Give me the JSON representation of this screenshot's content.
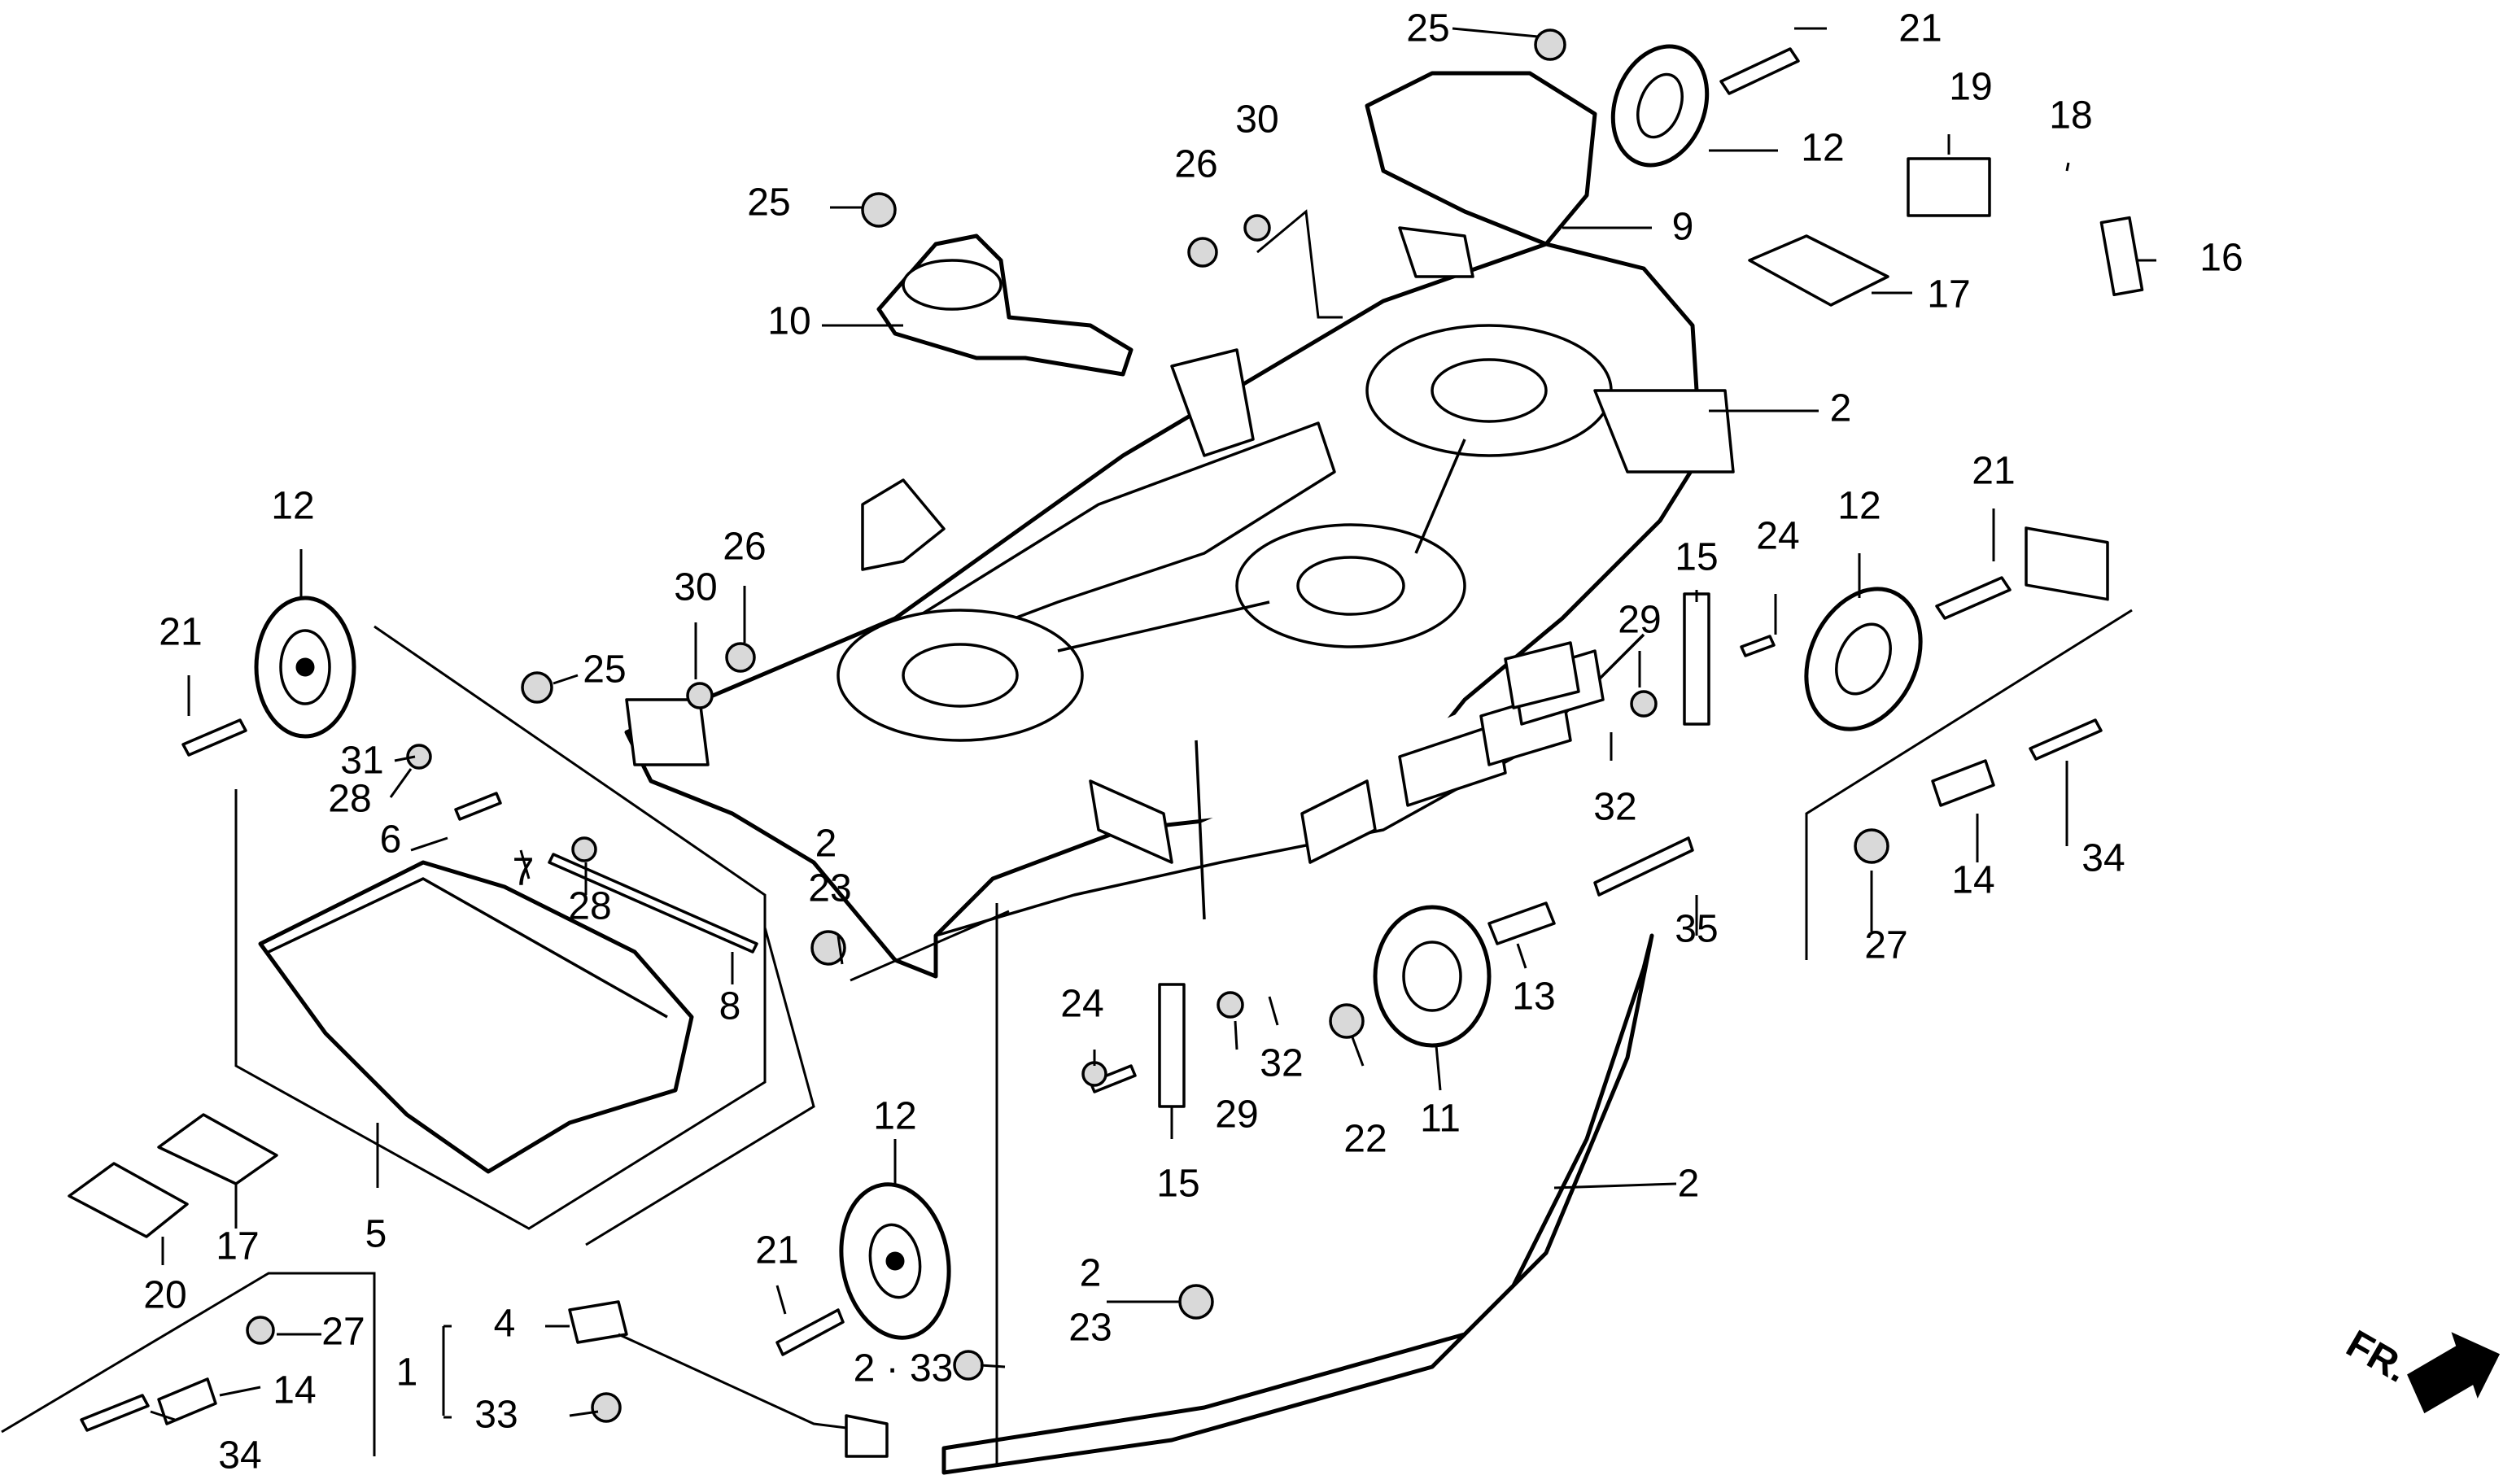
{
  "callouts": [
    {
      "id": "25-top",
      "label": "25"
    },
    {
      "id": "21-top",
      "label": "21"
    },
    {
      "id": "12-top",
      "label": "12"
    },
    {
      "id": "9",
      "label": "9"
    },
    {
      "id": "30-top",
      "label": "30"
    },
    {
      "id": "26-top",
      "label": "26"
    },
    {
      "id": "25-left",
      "label": "25"
    },
    {
      "id": "10",
      "label": "10"
    },
    {
      "id": "19",
      "label": "19"
    },
    {
      "id": "18",
      "label": "18"
    },
    {
      "id": "16",
      "label": "16"
    },
    {
      "id": "17-top",
      "label": "17"
    },
    {
      "id": "2-right",
      "label": "2"
    },
    {
      "id": "21-right",
      "label": "21"
    },
    {
      "id": "12-right",
      "label": "12"
    },
    {
      "id": "24-right",
      "label": "24"
    },
    {
      "id": "15-right",
      "label": "15"
    },
    {
      "id": "29-right",
      "label": "29"
    },
    {
      "id": "32-right",
      "label": "32"
    },
    {
      "id": "35",
      "label": "35"
    },
    {
      "id": "27-right",
      "label": "27"
    },
    {
      "id": "14-right",
      "label": "14"
    },
    {
      "id": "34-right",
      "label": "34"
    },
    {
      "id": "12-left",
      "label": "12"
    },
    {
      "id": "21-left",
      "label": "21"
    },
    {
      "id": "30-mid",
      "label": "30"
    },
    {
      "id": "26-mid",
      "label": "26"
    },
    {
      "id": "25-mid",
      "label": "25"
    },
    {
      "id": "31",
      "label": "31"
    },
    {
      "id": "28-a",
      "label": "28"
    },
    {
      "id": "6",
      "label": "6"
    },
    {
      "id": "7",
      "label": "7"
    },
    {
      "id": "28-b",
      "label": "28"
    },
    {
      "id": "2-mid",
      "label": "2"
    },
    {
      "id": "23-mid",
      "label": "23"
    },
    {
      "id": "8",
      "label": "8"
    },
    {
      "id": "5",
      "label": "5"
    },
    {
      "id": "17-left",
      "label": "17"
    },
    {
      "id": "20",
      "label": "20"
    },
    {
      "id": "24-mid",
      "label": "24"
    },
    {
      "id": "15-mid",
      "label": "15"
    },
    {
      "id": "29-mid",
      "label": "29"
    },
    {
      "id": "32-mid",
      "label": "32"
    },
    {
      "id": "22",
      "label": "22"
    },
    {
      "id": "11",
      "label": "11"
    },
    {
      "id": "13",
      "label": "13"
    },
    {
      "id": "12-bottom",
      "label": "12"
    },
    {
      "id": "21-bottom",
      "label": "21"
    },
    {
      "id": "2-lower",
      "label": "2"
    },
    {
      "id": "23-lower",
      "label": "23"
    },
    {
      "id": "2-33",
      "label": "2 · 33"
    },
    {
      "id": "2-guard",
      "label": "2"
    },
    {
      "id": "4",
      "label": "4"
    },
    {
      "id": "1",
      "label": "1"
    },
    {
      "id": "33",
      "label": "33"
    },
    {
      "id": "27-left",
      "label": "27"
    },
    {
      "id": "14-left",
      "label": "14"
    },
    {
      "id": "34-left",
      "label": "34"
    }
  ],
  "direction_marker": {
    "label": "FR."
  }
}
